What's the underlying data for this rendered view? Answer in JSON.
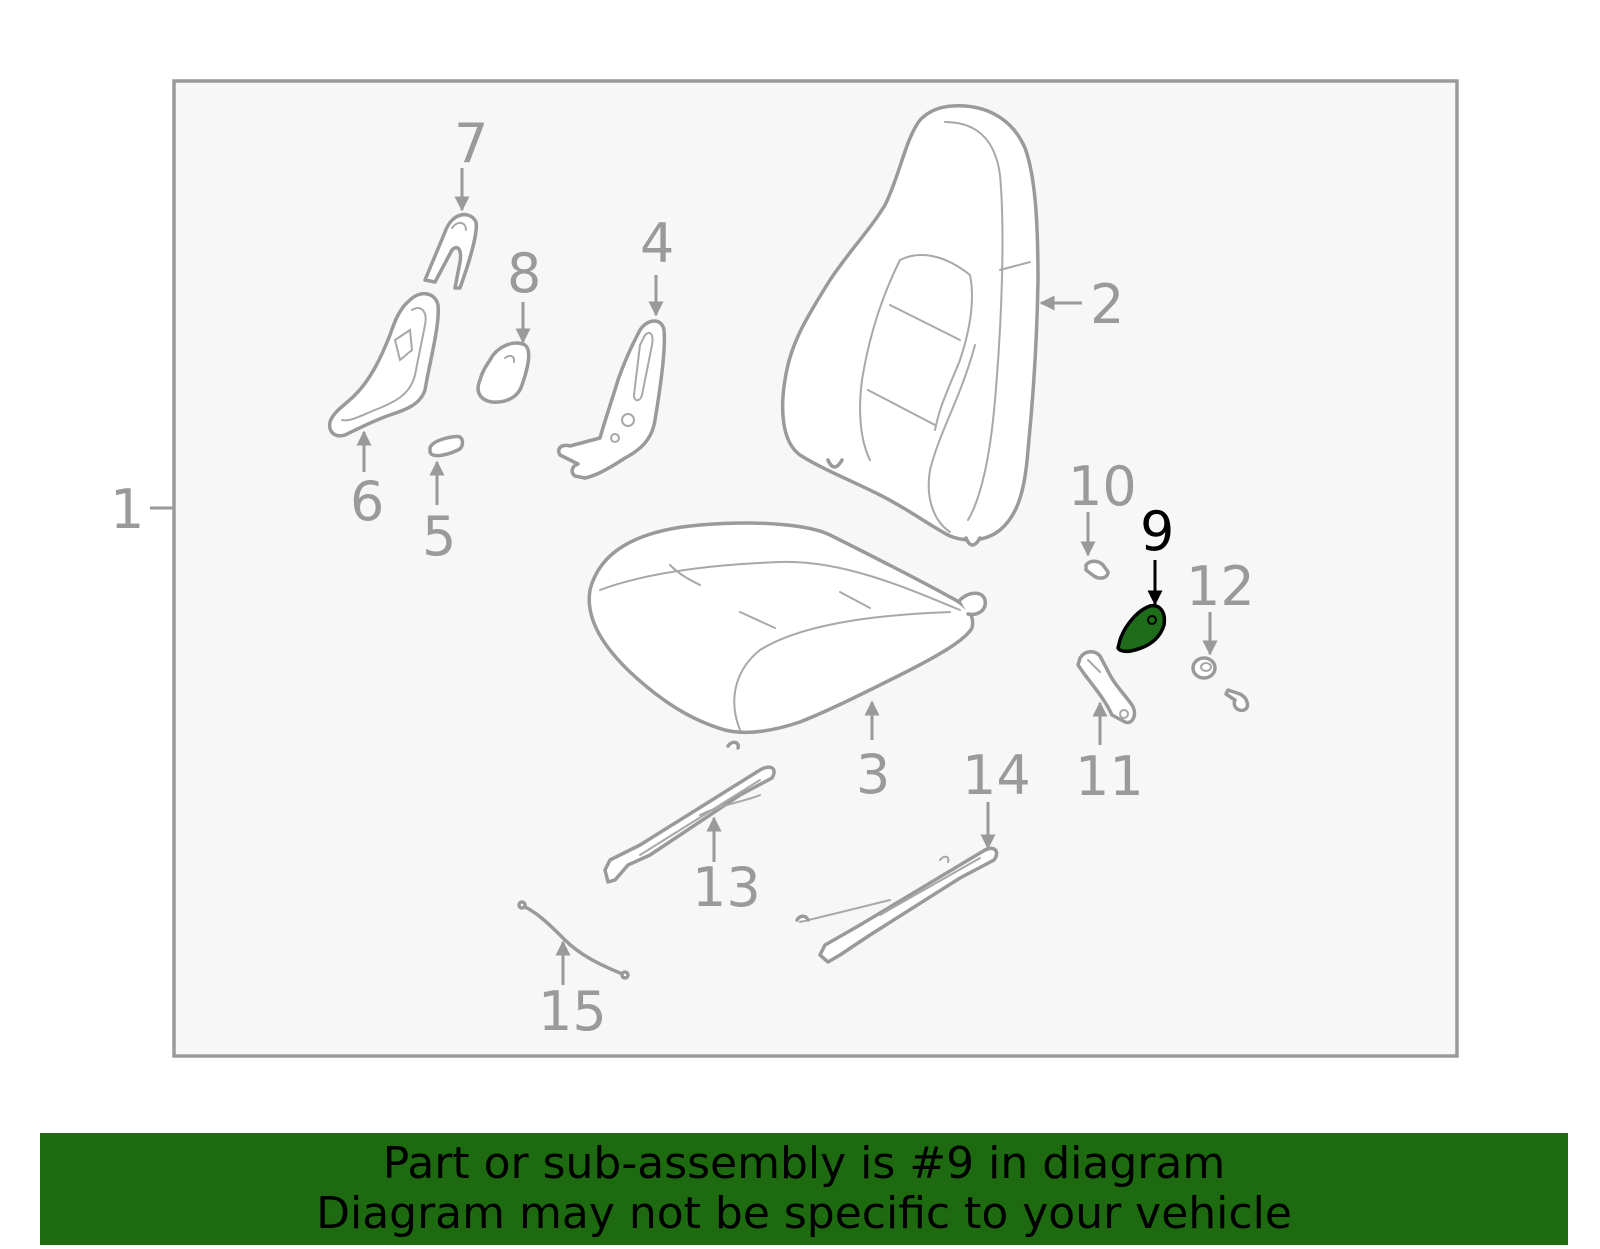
{
  "diagram": {
    "callouts": {
      "c1": "1",
      "c2": "2",
      "c3": "3",
      "c4": "4",
      "c5": "5",
      "c6": "6",
      "c7": "7",
      "c8": "8",
      "c9": "9",
      "c10": "10",
      "c11": "11",
      "c12": "12",
      "c13": "13",
      "c14": "14",
      "c15": "15"
    },
    "highlighted_part": "9",
    "colors": {
      "line_art": "#9a9a9a",
      "highlight_fill": "#1f6d1a",
      "panel_bg": "#f7f7f7",
      "banner_bg": "#1e6a10"
    }
  },
  "caption": {
    "line1": "Part or sub-assembly is #9 in diagram",
    "line2": "Diagram may not be specific to your vehicle"
  }
}
